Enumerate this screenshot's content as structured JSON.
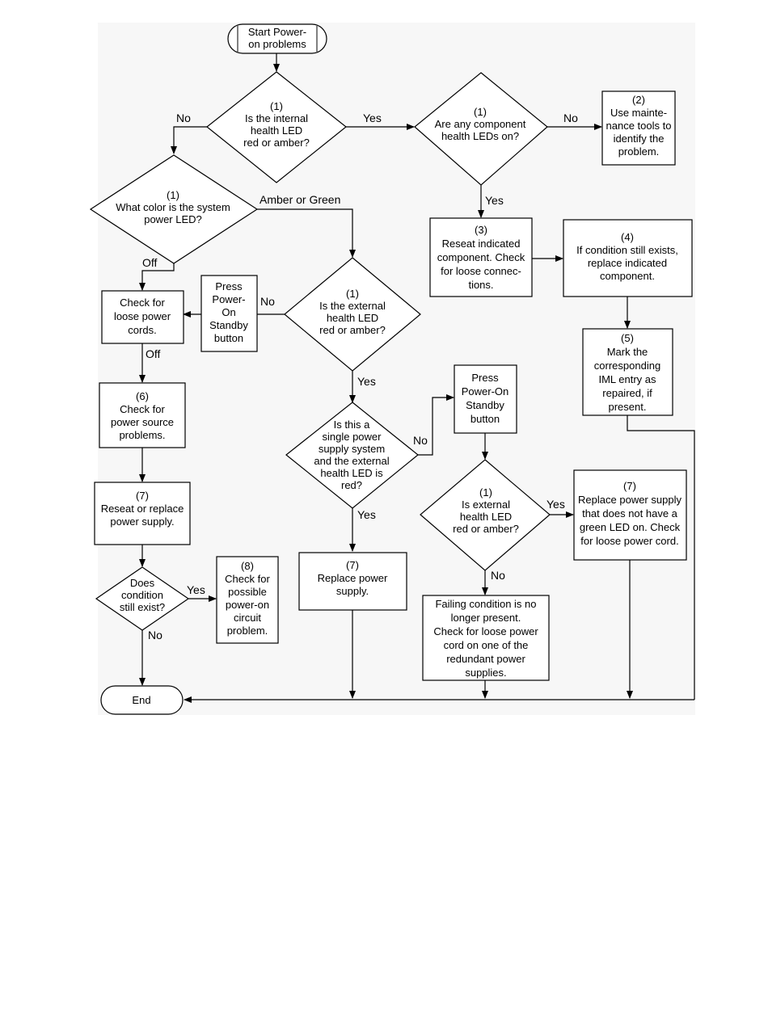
{
  "nodes": {
    "start": [
      "Start Power-",
      "on problems"
    ],
    "d_internal": [
      "(1)",
      "Is the internal",
      "health LED",
      "red or amber?"
    ],
    "d_component": [
      "(1)",
      "Are any component",
      "health LEDs on?"
    ],
    "maint": [
      "(2)",
      "Use mainte-",
      "nance tools to",
      "identify the",
      "problem."
    ],
    "d_syspower": [
      "(1)",
      "What color is the system",
      "power LED?"
    ],
    "reseat_comp": [
      "(3)",
      "Reseat indicated",
      "component. Check",
      "for loose connec-",
      "tions."
    ],
    "replace_comp": [
      "(4)",
      "If condition still exists,",
      "replace indicated",
      "component."
    ],
    "check_cords": [
      "Check for",
      "loose power",
      "cords."
    ],
    "press1": [
      "Press",
      "Power-",
      "On",
      "Standby",
      "button"
    ],
    "d_external": [
      "(1)",
      "Is the external",
      "health LED",
      "red or amber?"
    ],
    "mark_iml": [
      "(5)",
      "Mark the",
      "corresponding",
      "IML entry as",
      "repaired, if",
      "present."
    ],
    "power_source": [
      "(6)",
      "Check for",
      "power source",
      "problems."
    ],
    "press2": [
      "Press",
      "Power-On",
      "Standby",
      "button"
    ],
    "d_single": [
      "Is this a",
      "single power",
      "supply system",
      "and the external",
      "health LED is",
      "red?"
    ],
    "reseat_ps": [
      "(7)",
      "Reseat or replace",
      "power supply."
    ],
    "d_external2": [
      "(1)",
      "Is external",
      "health LED",
      "red or amber?"
    ],
    "replace_ps_green": [
      "(7)",
      "Replace power supply",
      "that does not have a",
      "green LED on. Check",
      "for loose power cord."
    ],
    "d_exist": [
      "Does",
      "condition",
      "still exist?"
    ],
    "circuit": [
      "(8)",
      "Check for",
      "possible",
      "power-on",
      "circuit",
      "problem."
    ],
    "replace_ps": [
      "(7)",
      "Replace power",
      "supply."
    ],
    "failing": [
      "Failing condition is no",
      "longer present.",
      "Check for loose power",
      "cord on one of the",
      "redundant power",
      "supplies."
    ],
    "end": [
      "End"
    ]
  },
  "edge_labels": {
    "no": "No",
    "yes": "Yes",
    "off": "Off",
    "amber_or_green": "Amber or Green"
  }
}
